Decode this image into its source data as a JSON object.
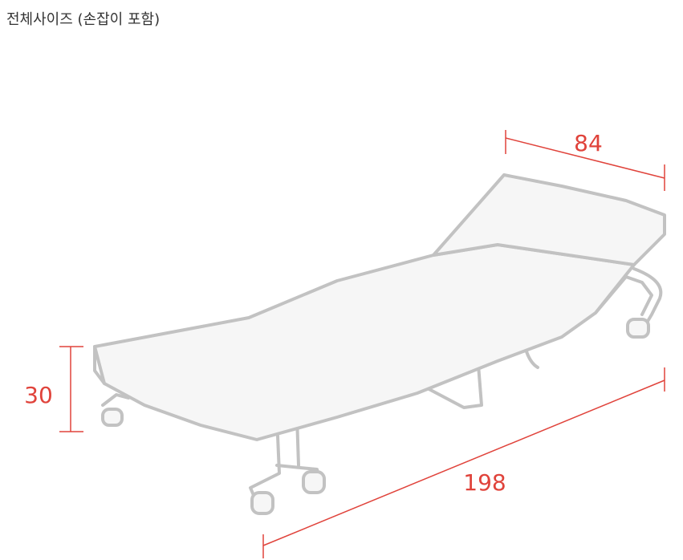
{
  "title": "전체사이즈 (손잡이 포함)",
  "dimensions": {
    "width": "84",
    "height": "30",
    "length": "198"
  },
  "colors": {
    "dimension": "#e0433b",
    "outline": "#c2c2c2",
    "fill": "#f6f6f6",
    "text": "#333333"
  },
  "icons": [
    "folding-bed-illustration"
  ]
}
